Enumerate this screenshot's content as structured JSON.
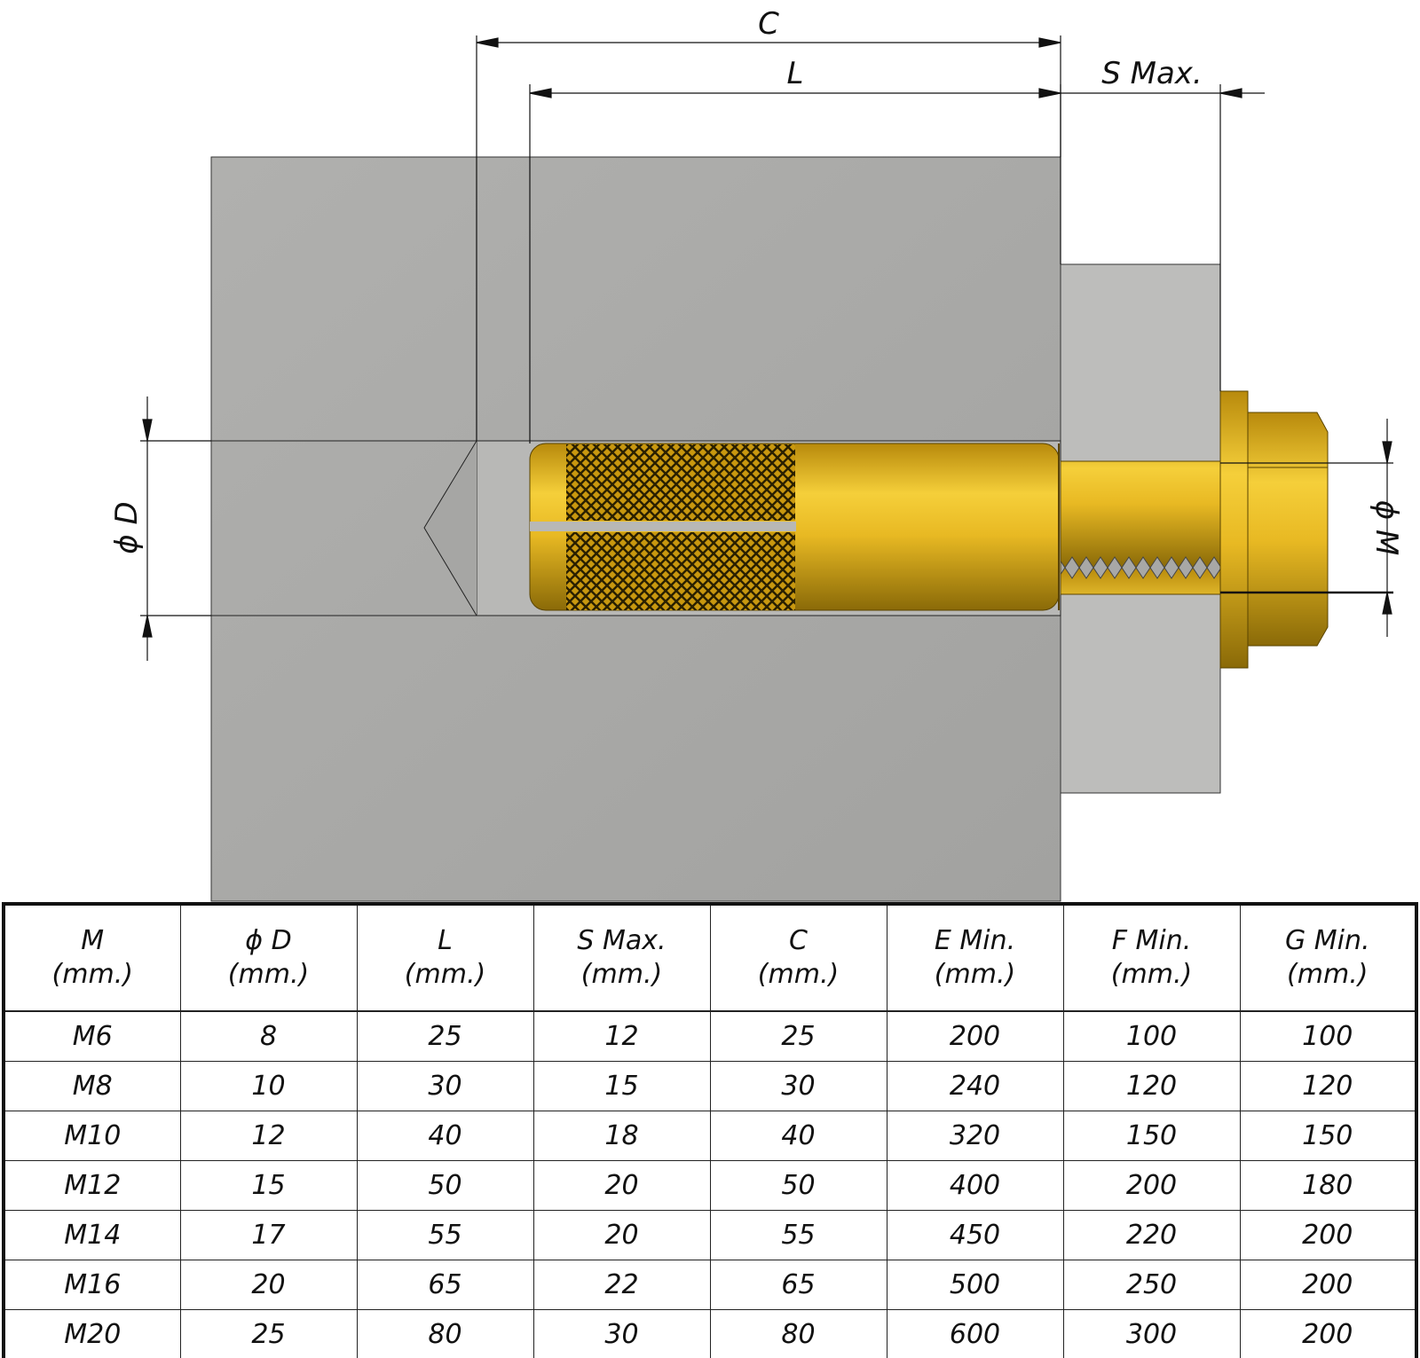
{
  "diagram": {
    "dim_c": "C",
    "dim_l": "L",
    "dim_s_max": "S Max.",
    "dim_d": "ϕ D",
    "dim_m": "ϕ M",
    "colors": {
      "concrete": "#a9a9a7",
      "plate": "#bdbdbb",
      "brass": "#e8b923",
      "brass_dark": "#8a6a08"
    }
  },
  "table": {
    "headers": [
      {
        "name": "M",
        "unit": "(mm.)"
      },
      {
        "name": "ϕ D",
        "unit": "(mm.)"
      },
      {
        "name": "L",
        "unit": "(mm.)"
      },
      {
        "name": "S Max.",
        "unit": "(mm.)"
      },
      {
        "name": "C",
        "unit": "(mm.)"
      },
      {
        "name": "E Min.",
        "unit": "(mm.)"
      },
      {
        "name": "F Min.",
        "unit": "(mm.)"
      },
      {
        "name": "G Min.",
        "unit": "(mm.)"
      }
    ],
    "rows": [
      [
        "M6",
        "8",
        "25",
        "12",
        "25",
        "200",
        "100",
        "100"
      ],
      [
        "M8",
        "10",
        "30",
        "15",
        "30",
        "240",
        "120",
        "120"
      ],
      [
        "M10",
        "12",
        "40",
        "18",
        "40",
        "320",
        "150",
        "150"
      ],
      [
        "M12",
        "15",
        "50",
        "20",
        "50",
        "400",
        "200",
        "180"
      ],
      [
        "M14",
        "17",
        "55",
        "20",
        "55",
        "450",
        "220",
        "200"
      ],
      [
        "M16",
        "20",
        "65",
        "22",
        "65",
        "500",
        "250",
        "200"
      ],
      [
        "M20",
        "25",
        "80",
        "30",
        "80",
        "600",
        "300",
        "200"
      ]
    ]
  }
}
